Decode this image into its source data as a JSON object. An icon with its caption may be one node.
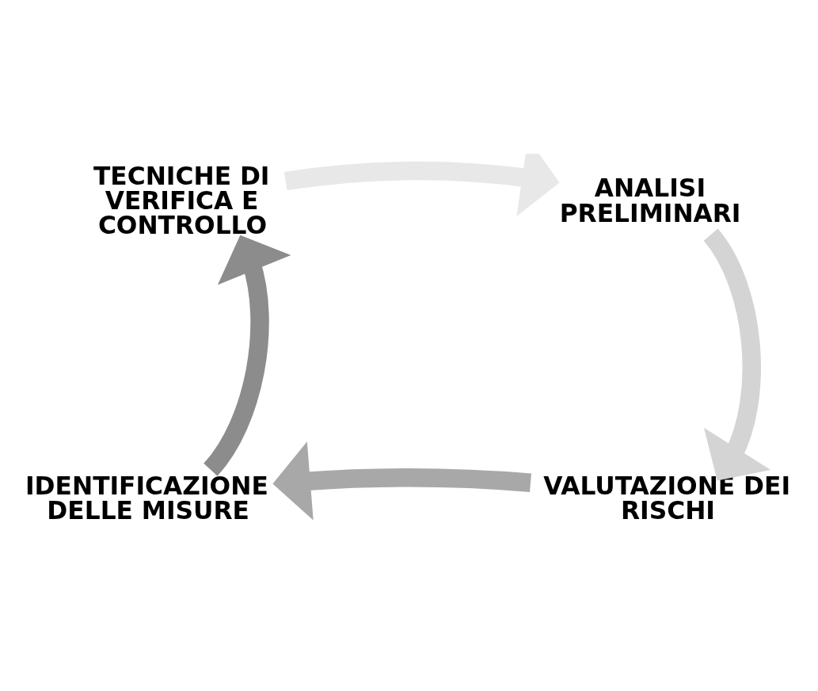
{
  "diagram": {
    "nodes": [
      {
        "text": [
          "TECNICHE DI VERIFICA E CONTROLLO"
        ]
      },
      {
        "text": [
          "ANALISI PRELIMINARI"
        ]
      },
      {
        "text": [
          "VALUTAZIONE DEI RISCHI"
        ]
      },
      {
        "text": [
          "IDENTIFICAZIONE DELLE MISURE"
        ]
      }
    ],
    "edges": [
      {
        "from": 0,
        "to": 1,
        "arrow": "to",
        "color": "#e8e8e8"
      },
      {
        "from": 1,
        "to": 2,
        "arrow": "to",
        "color": "#d4d4d4"
      },
      {
        "from": 2,
        "to": 3,
        "arrow": "to",
        "color": "#a8a8a8"
      },
      {
        "from": 3,
        "to": 0,
        "arrow": "to",
        "color": "#8c8c8c"
      }
    ]
  }
}
